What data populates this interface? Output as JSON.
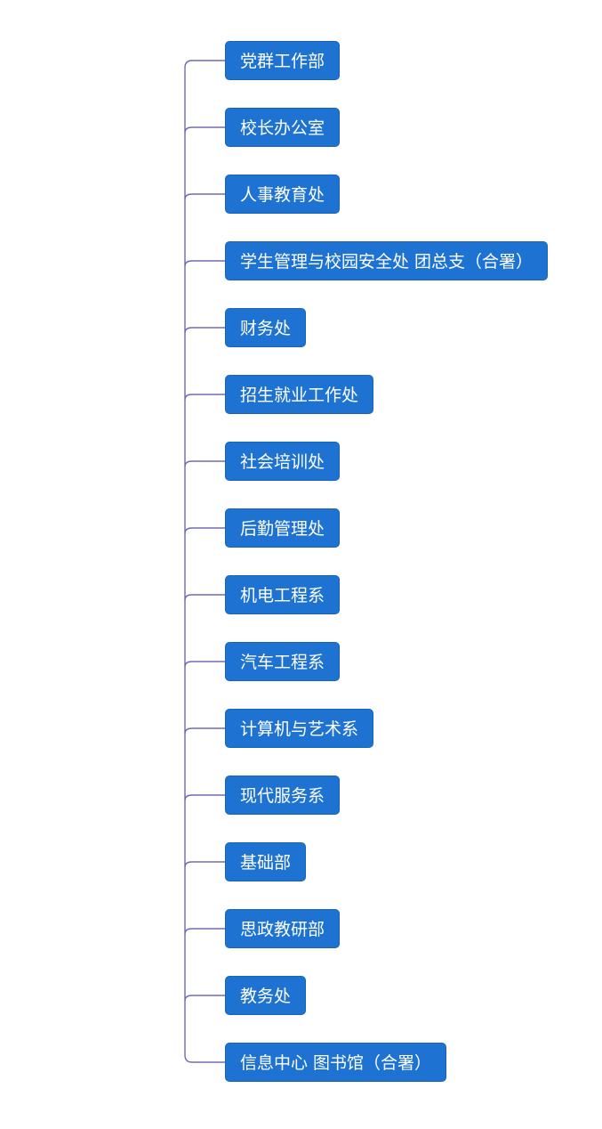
{
  "theme": {
    "node_fill": "#1e73d2",
    "node_border": "#1a64b8",
    "node_text": "#ffffff",
    "connector": "#6f6bb0"
  },
  "departments": [
    "党群工作部",
    "校长办公室",
    "人事教育处",
    "学生管理与校园安全处 团总支（合署）",
    "财务处",
    "招生就业工作处",
    "社会培训处",
    "后勤管理处",
    "机电工程系",
    "汽车工程系",
    "计算机与艺术系",
    "现代服务系",
    "基础部",
    "思政教研部",
    "教务处",
    "信息中心 图书馆（合署）"
  ]
}
